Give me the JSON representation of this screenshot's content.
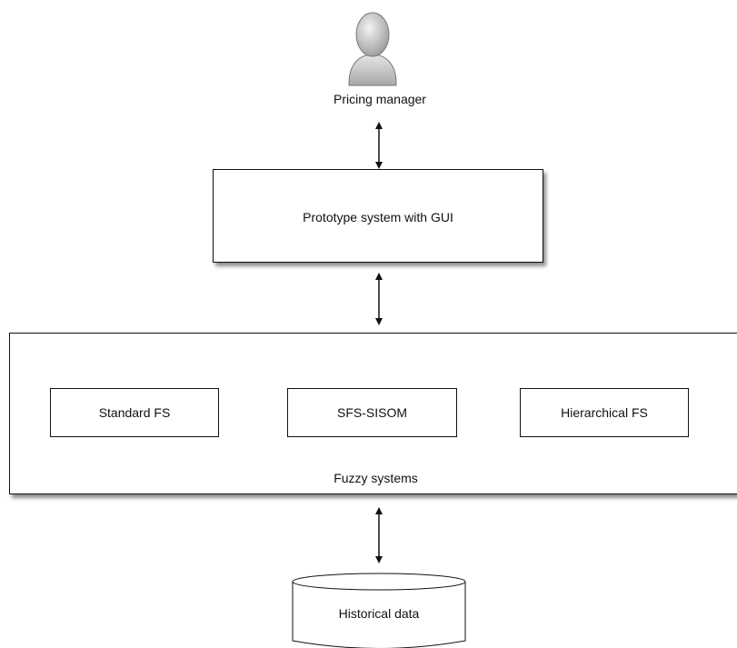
{
  "actor": {
    "label": "Pricing manager",
    "icon": "user-icon"
  },
  "prototype": {
    "label": "Prototype system with GUI"
  },
  "fuzzy_systems": {
    "label": "Fuzzy systems",
    "items": [
      {
        "label": "Standard FS"
      },
      {
        "label": "SFS-SISOM"
      },
      {
        "label": "Hierarchical FS"
      }
    ]
  },
  "database": {
    "label": "Historical data",
    "icon": "database-icon"
  }
}
